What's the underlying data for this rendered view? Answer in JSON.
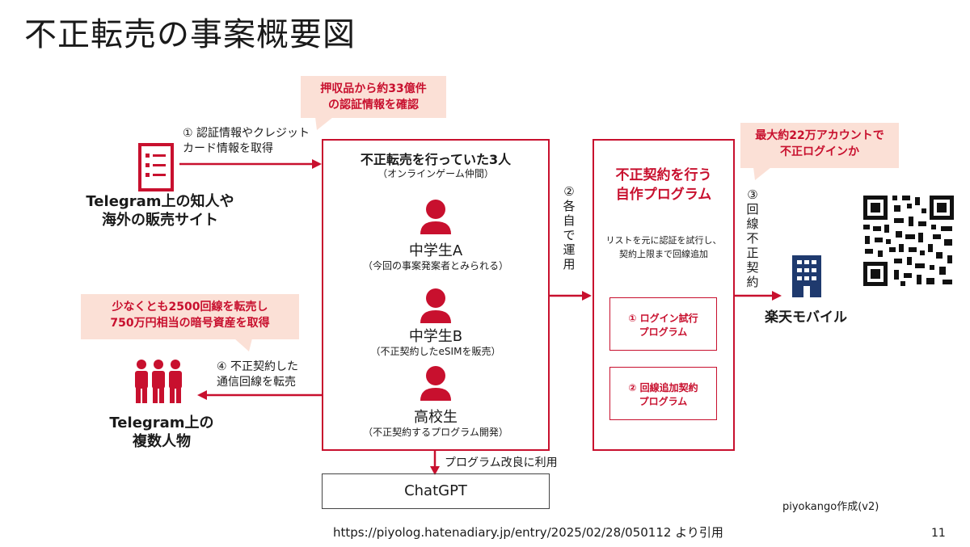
{
  "slide_title": "不正転売の事案概要図",
  "callouts": {
    "top": "押収品から約33億件\nの認証情報を確認",
    "left": "少なくとも2500回線を転売し\n750万円相当の暗号資産を取得",
    "right": "最大約22万アカウントで\n不正ログインか"
  },
  "source": {
    "label": "Telegram上の知人や\n海外の販売サイト"
  },
  "steps": {
    "step1": "① 認証情報やクレジット\nカード情報を取得",
    "step2": "②\n各\n自\nで\n運\n用",
    "step3": "③\n回\n線\n不\n正\n契\n約",
    "step4": "④ 不正契約した\n通信回線を転売",
    "chatgpt_arrow": "プログラム改良に利用"
  },
  "group": {
    "title": "不正転売を行っていた3人",
    "subtitle": "（オンラインゲーム仲間）",
    "persons": [
      {
        "name": "中学生A",
        "note": "（今回の事案発案者とみられる）"
      },
      {
        "name": "中学生B",
        "note": "（不正契約したeSIMを販売）"
      },
      {
        "name": "高校生",
        "note": "（不正契約するプログラム開発）"
      }
    ]
  },
  "program": {
    "title": "不正契約を行う\n自作プログラム",
    "desc": "リストを元に認証を試行し、\n契約上限まで回線追加",
    "sub1": "① ログイン試行\nプログラム",
    "sub2": "② 回線追加契約\nプログラム"
  },
  "target": {
    "label": "楽天モバイル"
  },
  "buyers": {
    "label": "Telegram上の\n複数人物"
  },
  "chatgpt": "ChatGPT",
  "credit": "piyokango作成(v2)",
  "citation": "https://piyolog.hatenadiary.jp/entry/2025/02/28/050112 より引用",
  "page_number": "11",
  "colors": {
    "accent_red": "#c8102e",
    "callout_bg": "#fbe0d6",
    "building_blue": "#1f3a6e"
  }
}
